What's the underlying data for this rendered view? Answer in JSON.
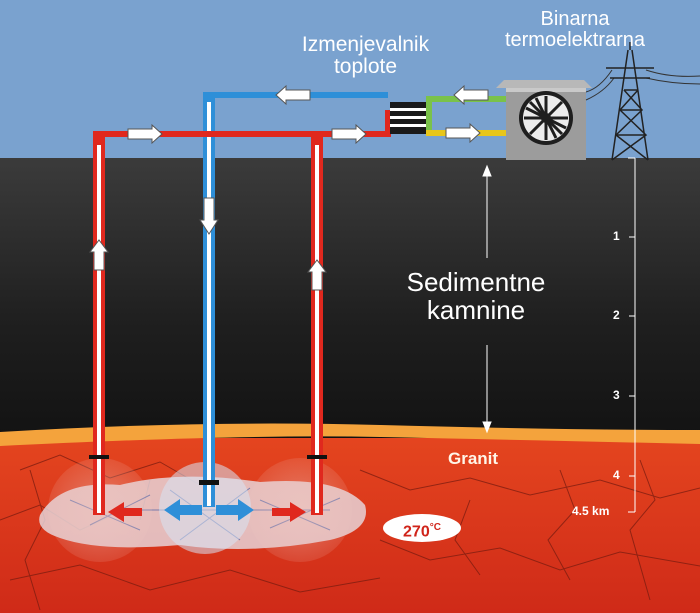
{
  "labels": {
    "heat_exchanger_line1": "Izmenjevalnik",
    "heat_exchanger_line2": "toplote",
    "binary_plant_line1": "Binarna",
    "binary_plant_line2": "termoelektrarna",
    "sedimentary_line1": "Sedimentne",
    "sedimentary_line2": "kamnine",
    "granite": "Granit",
    "temperature_value": "270",
    "temperature_unit": "°C"
  },
  "depth_scale": {
    "ticks": [
      "1",
      "2",
      "3",
      "4"
    ],
    "bottom_label": "4.5 km"
  },
  "colors": {
    "sky": "#7aa2cf",
    "sediment_top": "#3a3a3a",
    "sediment_bottom": "#101010",
    "granite": "#d9321c",
    "granite_band": "#f4a33c",
    "hot_pipe": "#e0281e",
    "cold_pipe": "#2e8fd8",
    "plant_hot_loop": "#e8c61a",
    "plant_cold_loop": "#7ac24a"
  }
}
